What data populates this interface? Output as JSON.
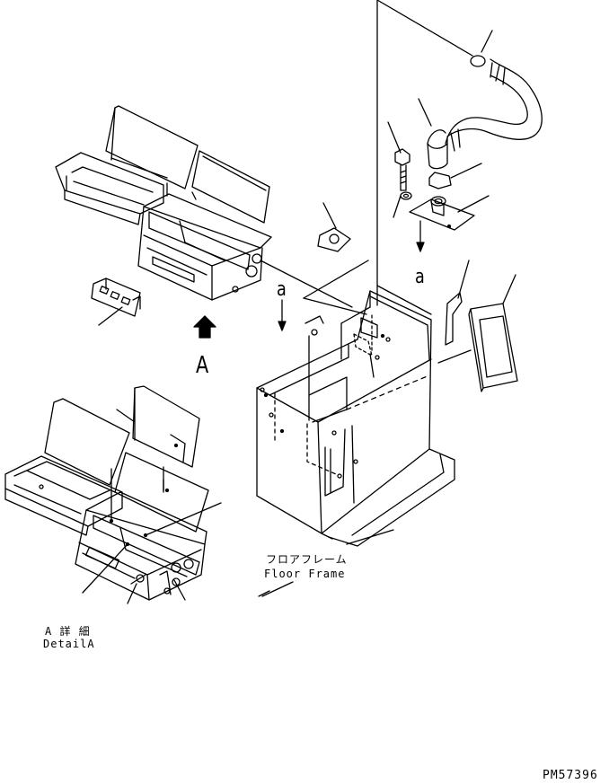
{
  "labels": {
    "view_a": "A",
    "small_a_left": "a",
    "small_a_right": "a",
    "floor_frame_jp": "フロアフレーム",
    "floor_frame_en": "Floor Frame",
    "detail_jp": "A 詳 細",
    "detail_en": "DetailA",
    "drawing_code": "PM57396"
  },
  "colors": {
    "line": "#000000",
    "background": "#ffffff"
  }
}
